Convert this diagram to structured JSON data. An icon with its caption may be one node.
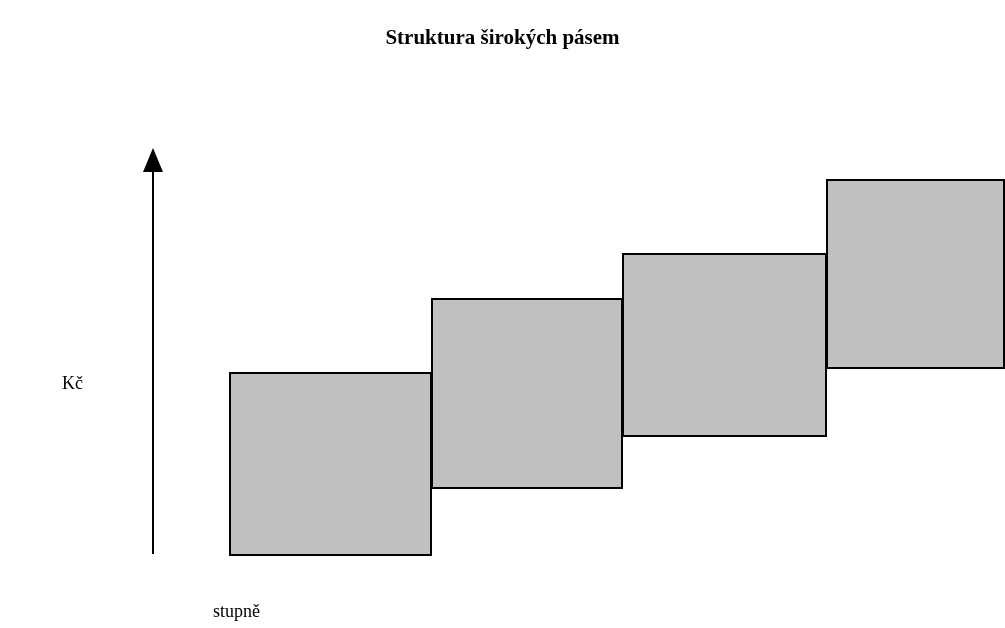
{
  "diagram": {
    "title": "Struktura širokých pásem",
    "nodes": [
      {
        "text": [],
        "shape": "box"
      },
      {
        "text": [],
        "shape": "box"
      },
      {
        "text": [],
        "shape": "box"
      },
      {
        "text": [],
        "shape": "box"
      }
    ],
    "labels": [
      "Kč",
      "stupně"
    ]
  }
}
